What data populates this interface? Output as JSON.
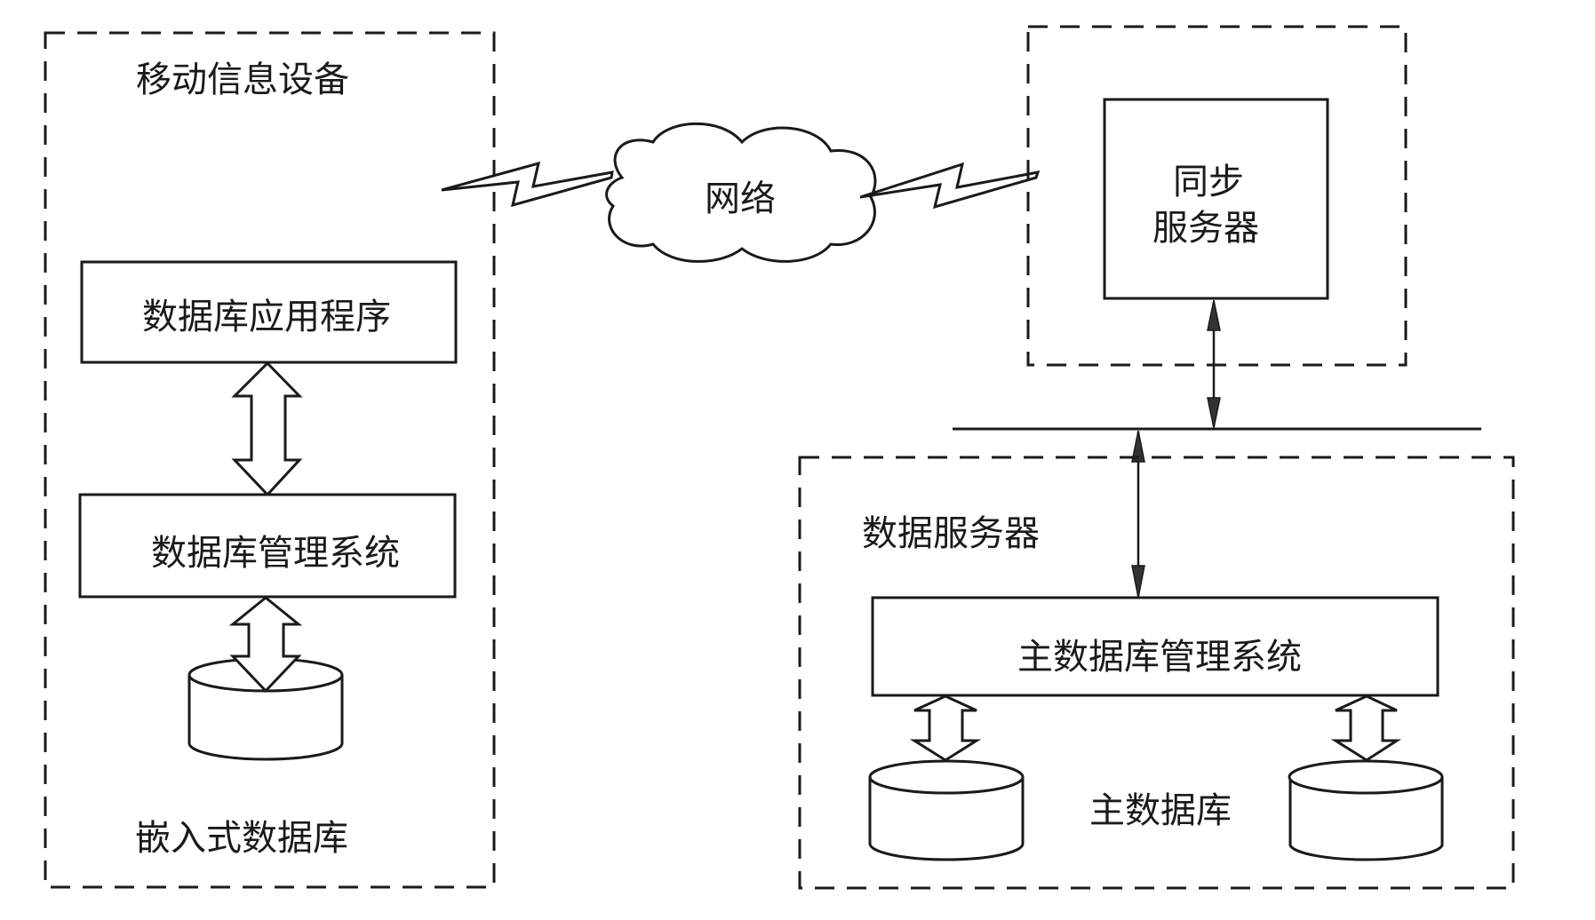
{
  "diagram": {
    "mobile_device": {
      "title": "移动信息设备",
      "app_box": "数据库应用程序",
      "dbms_box": "数据库管理系统",
      "caption": "嵌入式数据库"
    },
    "network": {
      "label": "网络"
    },
    "sync_server": {
      "line1": "同步",
      "line2": "服务器"
    },
    "data_server": {
      "title": "数据服务器",
      "dbms_box": "主数据库管理系统",
      "caption": "主数据库"
    }
  },
  "colors": {
    "stroke": "#1a1a1a",
    "background": "#ffffff"
  }
}
